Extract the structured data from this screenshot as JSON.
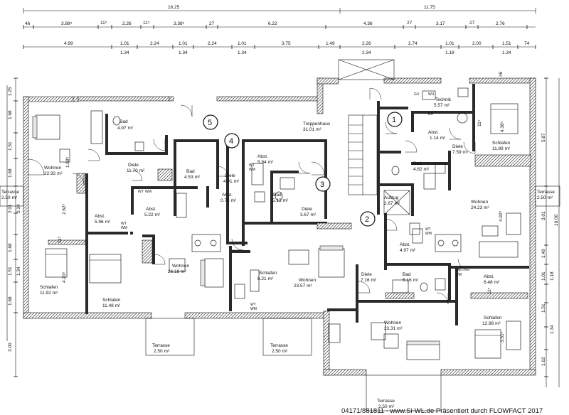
{
  "dimensions": {
    "top_total": [
      "16.25",
      "11.75"
    ],
    "top_row1": [
      "46",
      "3.88⁵",
      "11⁵",
      "2.26",
      "11⁵",
      "3.38⁵",
      "27",
      "6.22",
      "4.36",
      "27",
      "3.17",
      "27",
      "2.76"
    ],
    "top_row2": [
      "4.99",
      "1.01",
      "2.24",
      "1.01",
      "2.24",
      "1.01",
      "3.75",
      "1.49",
      "2.26",
      "2.74",
      "1.01",
      "2.00",
      "1.51",
      "74"
    ],
    "top_row3": [
      "1.34",
      "1.34",
      "1.34",
      "2.34",
      "1.18",
      "1.34"
    ],
    "left": [
      "1.25",
      "1.68",
      "1.51",
      "1.68",
      "2.01",
      "2.34",
      "1.68",
      "1.51",
      "1.34",
      "1.68",
      "3.00"
    ],
    "right": [
      "5.87",
      "16.00",
      "3.01",
      "1.49",
      "1.01",
      "1.18",
      "1.51",
      "1.34",
      "1.62",
      "46"
    ]
  },
  "apartment_numbers": [
    "1",
    "2",
    "3",
    "4",
    "5"
  ],
  "rooms": [
    {
      "name": "Bad",
      "area": "4.97 m²"
    },
    {
      "name": "Wohnen",
      "area": "22.92 m²"
    },
    {
      "name": "Diele",
      "area": "11.70 m²"
    },
    {
      "name": "Bad",
      "area": "4.53 m²"
    },
    {
      "name": "Diele",
      "area": "4.91 m²"
    },
    {
      "name": "Abst.",
      "area": "0.75 m²"
    },
    {
      "name": "Abst.",
      "area": "5.96 m²"
    },
    {
      "name": "Abst.",
      "area": "5.22 m²"
    },
    {
      "name": "Abst.",
      "area": "5.94 m²"
    },
    {
      "name": "Bad",
      "area": "5.13 m²"
    },
    {
      "name": "Diele",
      "area": "3.67 m²"
    },
    {
      "name": "Treppenhaus",
      "area": "31.01 m²"
    },
    {
      "name": "Technik",
      "area": "5.57 m²"
    },
    {
      "name": "Abst.",
      "area": "1.14 m²"
    },
    {
      "name": "Diele",
      "area": "7.59 m²"
    },
    {
      "name": "Schlafen",
      "area": "11.89 m²"
    },
    {
      "name": "Bad",
      "area": "4.82 m²"
    },
    {
      "name": "Aufzug",
      "area": "2.67 m²"
    },
    {
      "name": "Wohnen",
      "area": "24.23 m²"
    },
    {
      "name": "Abst.",
      "area": "4.97 m²"
    },
    {
      "name": "Schlafen",
      "area": "11.92 m²"
    },
    {
      "name": "Schlafen",
      "area": "11.48 m²"
    },
    {
      "name": "Wohnen",
      "area": "26.18 m²"
    },
    {
      "name": "Schlafen",
      "area": "6.21 m²"
    },
    {
      "name": "Wohnen",
      "area": "23.57 m²"
    },
    {
      "name": "Diele",
      "area": "7.16 m²"
    },
    {
      "name": "Bad",
      "area": "5.16 m²"
    },
    {
      "name": "Abst.",
      "area": "6.48 m²"
    },
    {
      "name": "Wohnen",
      "area": "23.31 m²"
    },
    {
      "name": "Schlafen",
      "area": "12.98 m²"
    }
  ],
  "terraces": [
    {
      "name": "Terrasse",
      "area": "2.50 m²"
    },
    {
      "name": "Terrasse",
      "area": "2.50 m²"
    },
    {
      "name": "Terrasse",
      "area": "2.50 m²"
    },
    {
      "name": "Terrasse",
      "area": "2.50 m²"
    },
    {
      "name": "Terrasse",
      "area": "2.50 m²"
    }
  ],
  "fixture_labels": {
    "gu": "GU",
    "wu": "WU",
    "wt": "WT",
    "wm": "WM",
    "er": "ER"
  },
  "inline_dims": [
    "1.88⁵",
    "2.62⁵",
    "4.20⁵",
    "4.38⁵",
    "4.92⁵",
    "3.51⁵",
    "11⁵",
    "11⁵",
    "11⁵"
  ],
  "footer": "04171/881811 - www.Si-WL.de Präsentiert durch FLOWFACT 2017"
}
